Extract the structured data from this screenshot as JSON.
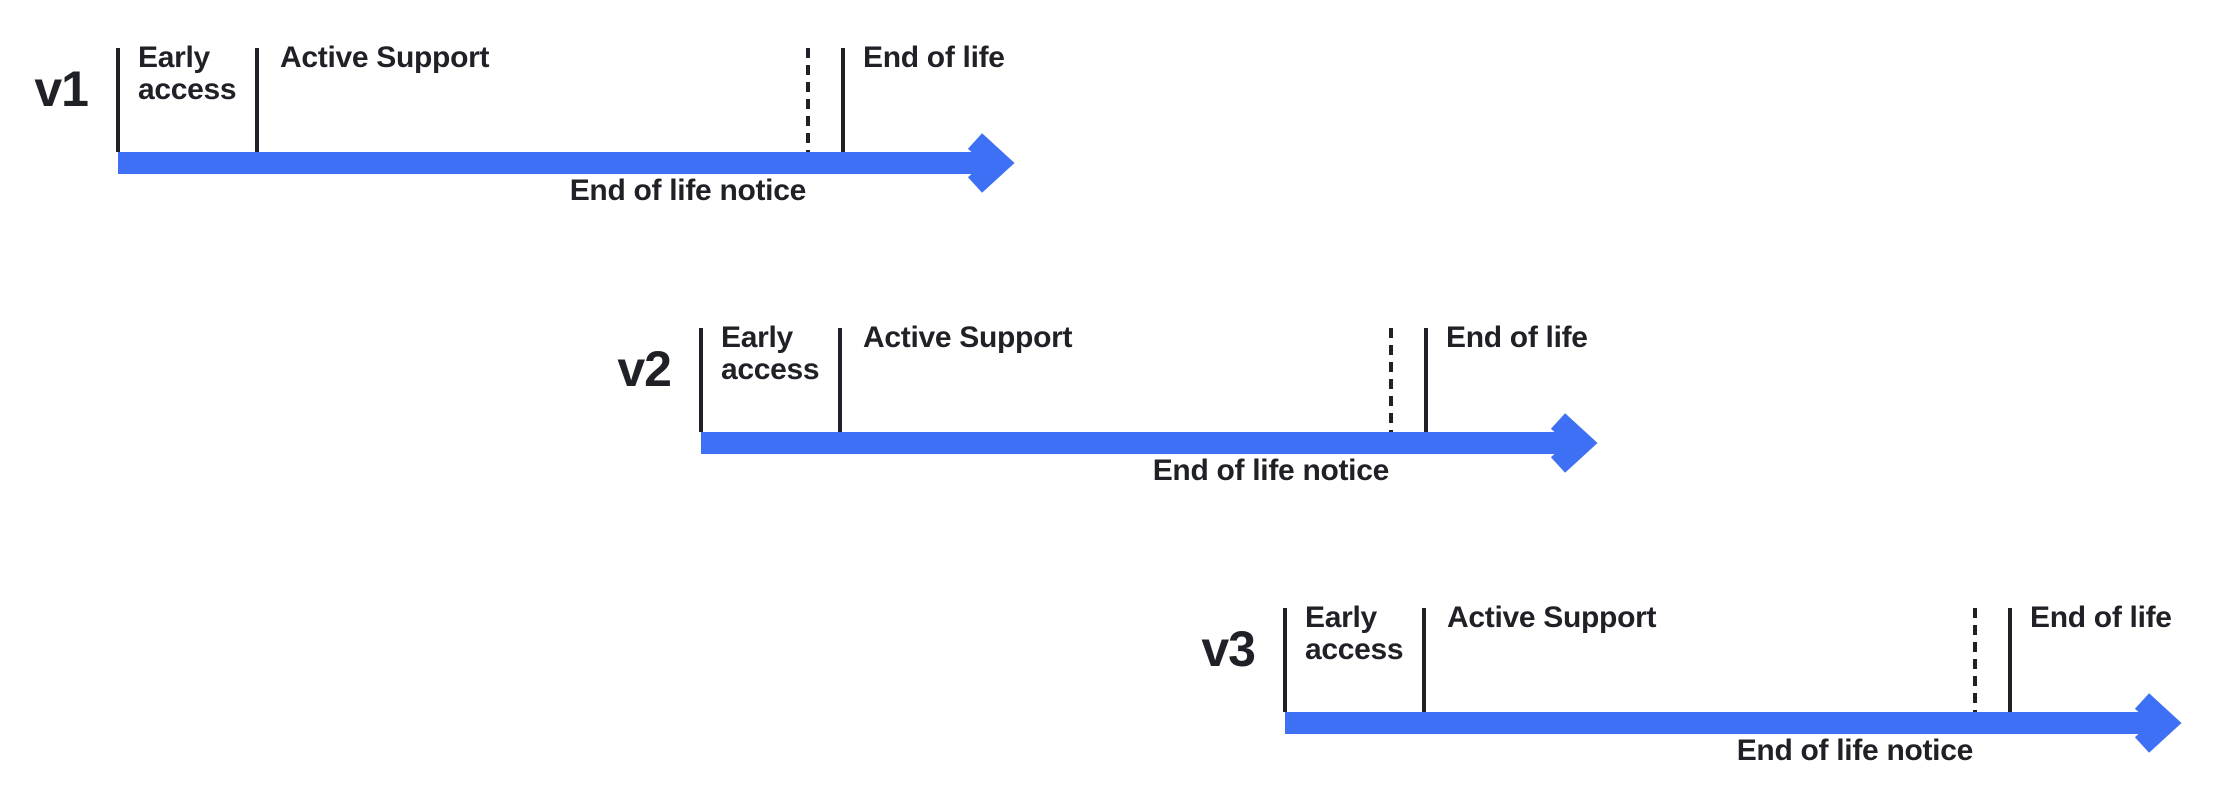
{
  "colors": {
    "accent": "#3E70F5",
    "ink": "#1F2127",
    "background": "#FFFFFF"
  },
  "timelines": [
    {
      "version": "v1",
      "labels": {
        "early_access": [
          "Early",
          "access"
        ],
        "active_support": "Active Support",
        "end_of_life": "End of life",
        "end_of_life_notice": "End of life notice"
      }
    },
    {
      "version": "v2",
      "labels": {
        "early_access": [
          "Early",
          "access"
        ],
        "active_support": "Active Support",
        "end_of_life": "End of life",
        "end_of_life_notice": "End of life notice"
      }
    },
    {
      "version": "v3",
      "labels": {
        "early_access": [
          "Early",
          "access"
        ],
        "active_support": "Active Support",
        "end_of_life": "End of life",
        "end_of_life_notice": "End of life notice"
      }
    }
  ]
}
